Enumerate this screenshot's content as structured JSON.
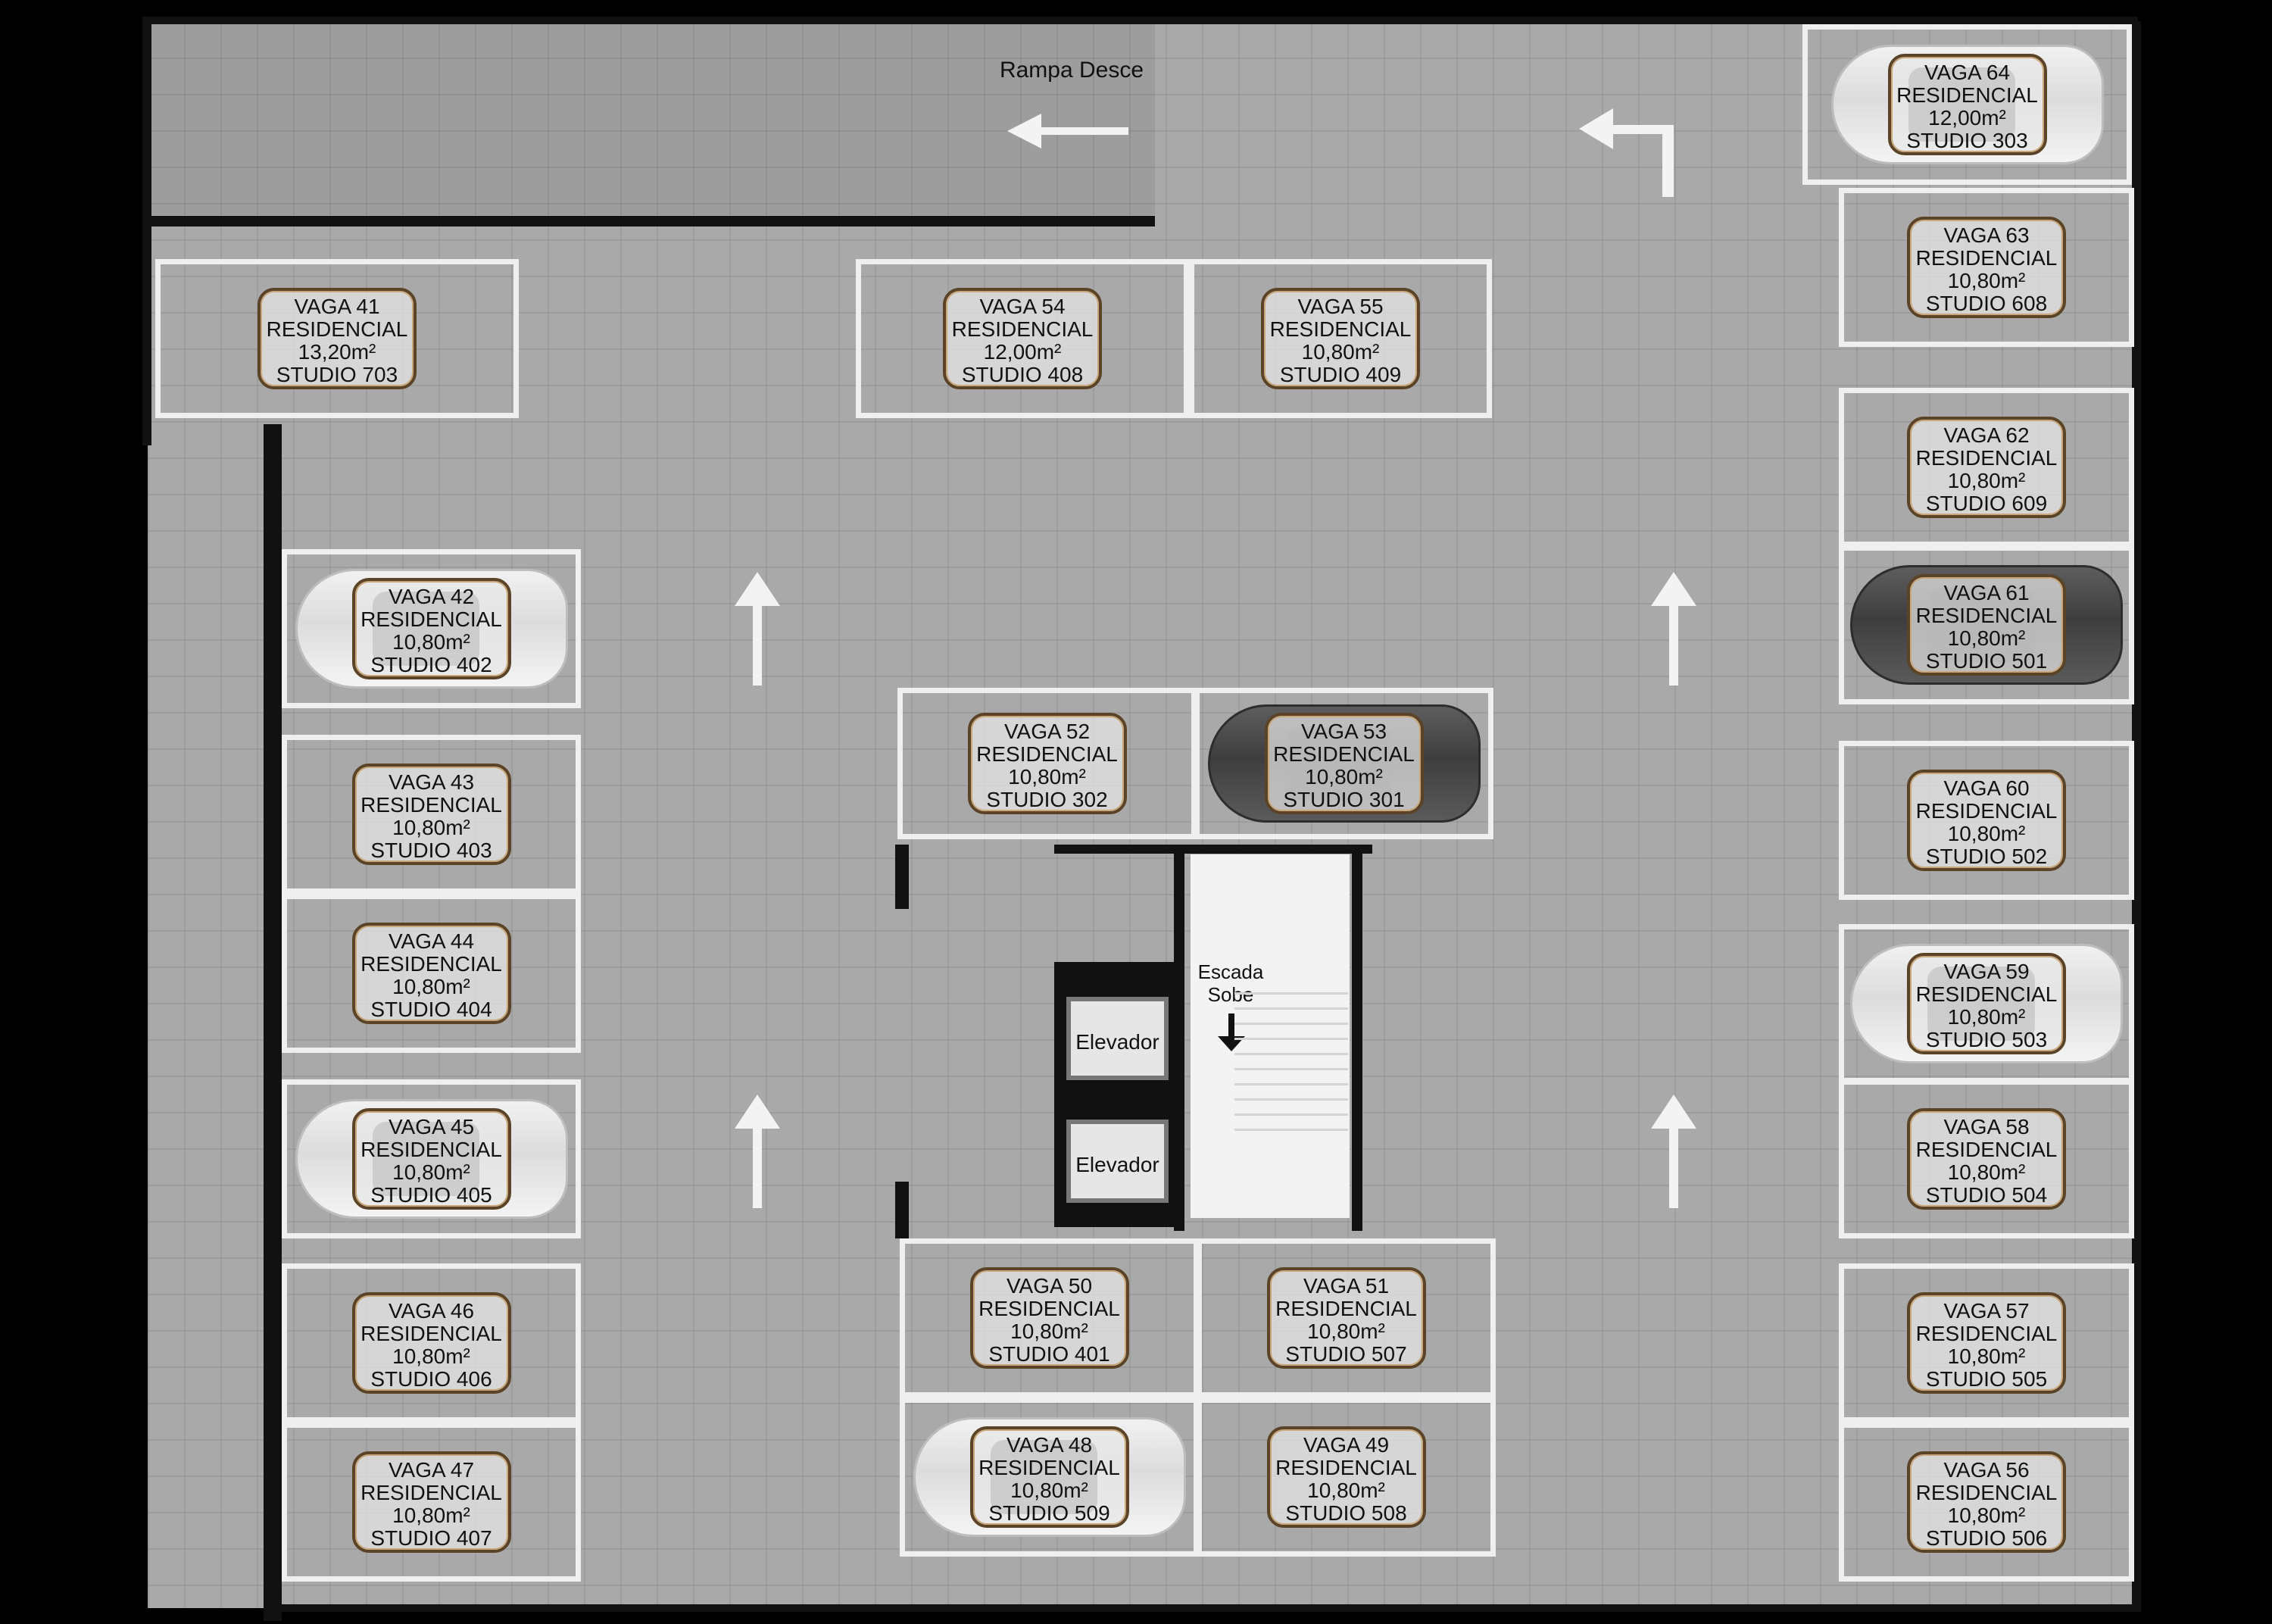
{
  "ramp_label": "Rampa Desce",
  "stair_label_1": "Escada",
  "stair_label_2": "Sobe",
  "elevators": [
    "Elevador",
    "Elevador"
  ],
  "spaces": [
    {
      "vaga": "VAGA 41",
      "use": "RESIDENCIAL",
      "area": "13,20m²",
      "unit": "STUDIO 703"
    },
    {
      "vaga": "VAGA 42",
      "use": "RESIDENCIAL",
      "area": "10,80m²",
      "unit": "STUDIO 402",
      "car": "white"
    },
    {
      "vaga": "VAGA 43",
      "use": "RESIDENCIAL",
      "area": "10,80m²",
      "unit": "STUDIO 403"
    },
    {
      "vaga": "VAGA 44",
      "use": "RESIDENCIAL",
      "area": "10,80m²",
      "unit": "STUDIO 404"
    },
    {
      "vaga": "VAGA 45",
      "use": "RESIDENCIAL",
      "area": "10,80m²",
      "unit": "STUDIO 405",
      "car": "white"
    },
    {
      "vaga": "VAGA 46",
      "use": "RESIDENCIAL",
      "area": "10,80m²",
      "unit": "STUDIO 406"
    },
    {
      "vaga": "VAGA 47",
      "use": "RESIDENCIAL",
      "area": "10,80m²",
      "unit": "STUDIO 407"
    },
    {
      "vaga": "VAGA 48",
      "use": "RESIDENCIAL",
      "area": "10,80m²",
      "unit": "STUDIO 509",
      "car": "white"
    },
    {
      "vaga": "VAGA 49",
      "use": "RESIDENCIAL",
      "area": "10,80m²",
      "unit": "STUDIO 508"
    },
    {
      "vaga": "VAGA 50",
      "use": "RESIDENCIAL",
      "area": "10,80m²",
      "unit": "STUDIO 401"
    },
    {
      "vaga": "VAGA 51",
      "use": "RESIDENCIAL",
      "area": "10,80m²",
      "unit": "STUDIO 507"
    },
    {
      "vaga": "VAGA 52",
      "use": "RESIDENCIAL",
      "area": "10,80m²",
      "unit": "STUDIO 302"
    },
    {
      "vaga": "VAGA 53",
      "use": "RESIDENCIAL",
      "area": "10,80m²",
      "unit": "STUDIO 301",
      "car": "dark"
    },
    {
      "vaga": "VAGA 54",
      "use": "RESIDENCIAL",
      "area": "12,00m²",
      "unit": "STUDIO 408"
    },
    {
      "vaga": "VAGA 55",
      "use": "RESIDENCIAL",
      "area": "10,80m²",
      "unit": "STUDIO 409"
    },
    {
      "vaga": "VAGA 56",
      "use": "RESIDENCIAL",
      "area": "10,80m²",
      "unit": "STUDIO 506"
    },
    {
      "vaga": "VAGA 57",
      "use": "RESIDENCIAL",
      "area": "10,80m²",
      "unit": "STUDIO 505"
    },
    {
      "vaga": "VAGA 58",
      "use": "RESIDENCIAL",
      "area": "10,80m²",
      "unit": "STUDIO 504"
    },
    {
      "vaga": "VAGA 59",
      "use": "RESIDENCIAL",
      "area": "10,80m²",
      "unit": "STUDIO 503",
      "car": "white"
    },
    {
      "vaga": "VAGA 60",
      "use": "RESIDENCIAL",
      "area": "10,80m²",
      "unit": "STUDIO 502"
    },
    {
      "vaga": "VAGA 61",
      "use": "RESIDENCIAL",
      "area": "10,80m²",
      "unit": "STUDIO 501",
      "car": "dark"
    },
    {
      "vaga": "VAGA 62",
      "use": "RESIDENCIAL",
      "area": "10,80m²",
      "unit": "STUDIO 609"
    },
    {
      "vaga": "VAGA 63",
      "use": "RESIDENCIAL",
      "area": "10,80m²",
      "unit": "STUDIO 608"
    },
    {
      "vaga": "VAGA 64",
      "use": "RESIDENCIAL",
      "area": "12,00m²",
      "unit": "STUDIO 303",
      "car": "white"
    }
  ]
}
